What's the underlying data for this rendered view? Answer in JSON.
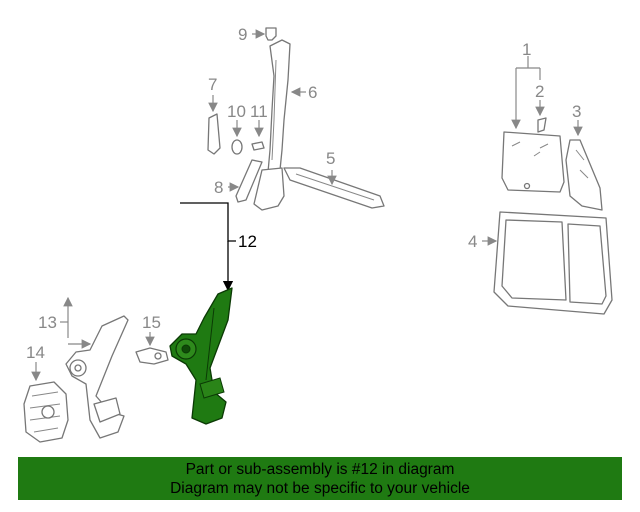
{
  "highlight_color": "#1f7a12",
  "banner": {
    "line1": "Part or sub-assembly is #12 in diagram",
    "line2": "Diagram may not be specific to your vehicle"
  },
  "callouts": {
    "c1": "1",
    "c2": "2",
    "c3": "3",
    "c4": "4",
    "c5": "5",
    "c6": "6",
    "c7": "7",
    "c8": "8",
    "c9": "9",
    "c10": "10",
    "c11": "11",
    "c12": "12",
    "c13": "13",
    "c14": "14",
    "c15": "15"
  }
}
